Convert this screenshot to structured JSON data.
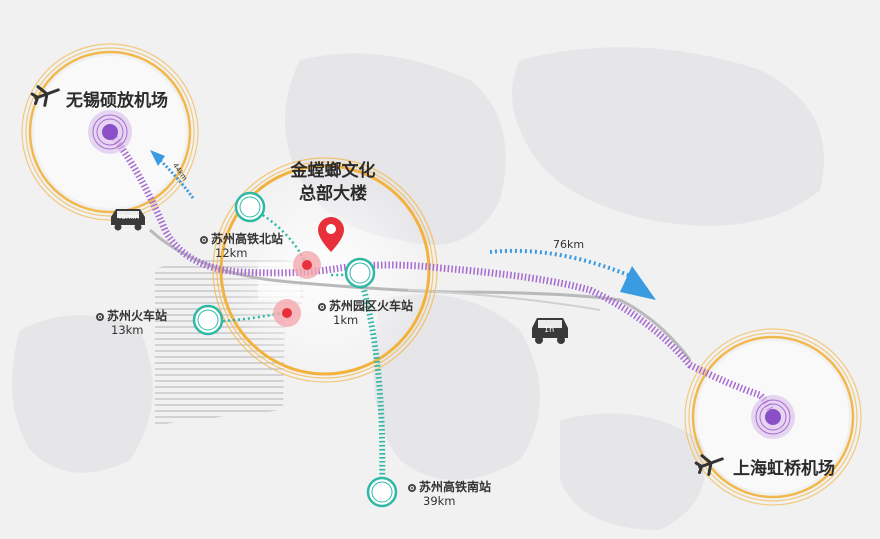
{
  "places": {
    "wuxi_airport": "无锡硕放机场",
    "hongqiao_airport": "上海虹桥机场",
    "center_line1": "金螳螂文化",
    "center_line2": "总部大楼"
  },
  "stations": {
    "north": {
      "name": "苏州高铁北站",
      "distance": "12km"
    },
    "suzhou": {
      "name": "苏州火车站",
      "distance": "13km"
    },
    "park": {
      "name": "苏州园区火车站",
      "distance": "1km"
    },
    "south": {
      "name": "苏州高铁南站",
      "distance": "39km"
    }
  },
  "routes": {
    "to_shanghai_distance": "76km",
    "to_shanghai_time": "1h",
    "to_wuxi_time": "45min",
    "to_wuxi_distance": "44km"
  },
  "colors": {
    "airport_ring": "#f2b84b",
    "center_ring": "#f3b23c",
    "purple_route": "#a66ad0",
    "teal_route": "#2fb8a5",
    "blue_arrow": "#3a9be0",
    "location_pin": "#e8303a",
    "airport_dot": "#8b4fc8"
  },
  "icons": [
    "airplane-icon",
    "car-icon",
    "location-pin-icon",
    "station-icon"
  ]
}
